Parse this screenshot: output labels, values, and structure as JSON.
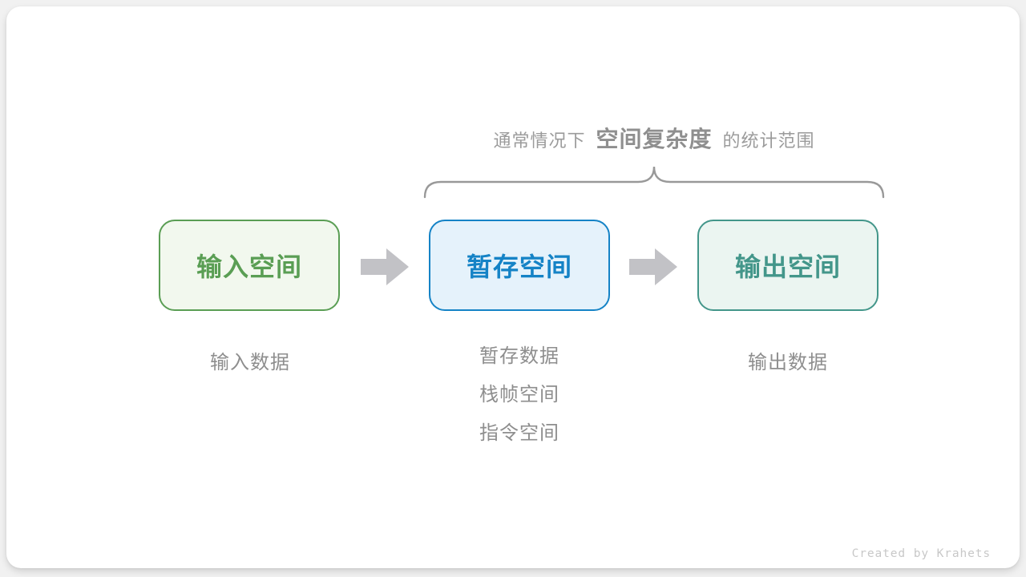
{
  "caption": {
    "prefix": "通常情况下",
    "highlight": "空间复杂度",
    "suffix": "的统计范围"
  },
  "boxes": [
    {
      "id": "input-space",
      "label": "输入空间",
      "color": "#5A9E54",
      "background": "#F2F8EE",
      "sublabels": [
        "输入数据"
      ]
    },
    {
      "id": "temporary-space",
      "label": "暂存空间",
      "color": "#1583C6",
      "background": "#E5F2FB",
      "sublabels": [
        "暂存数据",
        "栈帧空间",
        "指令空间"
      ]
    },
    {
      "id": "output-space",
      "label": "输出空间",
      "color": "#43968A",
      "background": "#EBF5F1",
      "sublabels": [
        "输出数据"
      ]
    }
  ],
  "arrows": [
    {
      "icon": "arrow-right-icon",
      "color": "#C2C2C6"
    },
    {
      "icon": "arrow-right-icon",
      "color": "#C2C2C6"
    }
  ],
  "brace": {
    "icon": "curly-brace-icon",
    "color": "#999999"
  },
  "credit": "Created by Krahets"
}
